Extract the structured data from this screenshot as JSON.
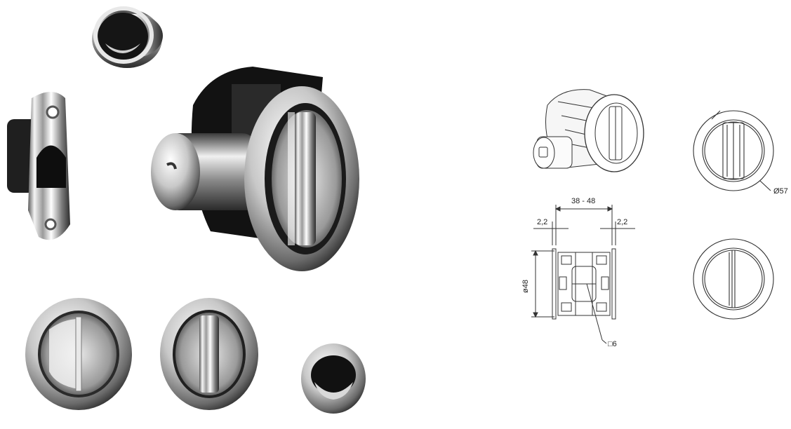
{
  "drawing": {
    "width_range": "38 - 48",
    "gap_left": "2,2",
    "gap_right": "2,2",
    "diameter_body": "ø48",
    "diameter_rosette": "Ø57",
    "spindle_square": "□6"
  },
  "icons": {
    "strike_plate": "strike-plate-photo",
    "small_cup": "small-cup-photo",
    "lock_body": "lock-body-photo",
    "rosette_thumbturn": "rosette-thumbturn-photo",
    "rosette_release": "rosette-release-photo",
    "finger_pull": "finger-pull-photo"
  },
  "colors": {
    "chrome_dark": "#1a1a1a",
    "chrome_light": "#f2f2f2",
    "line": "#333333"
  }
}
